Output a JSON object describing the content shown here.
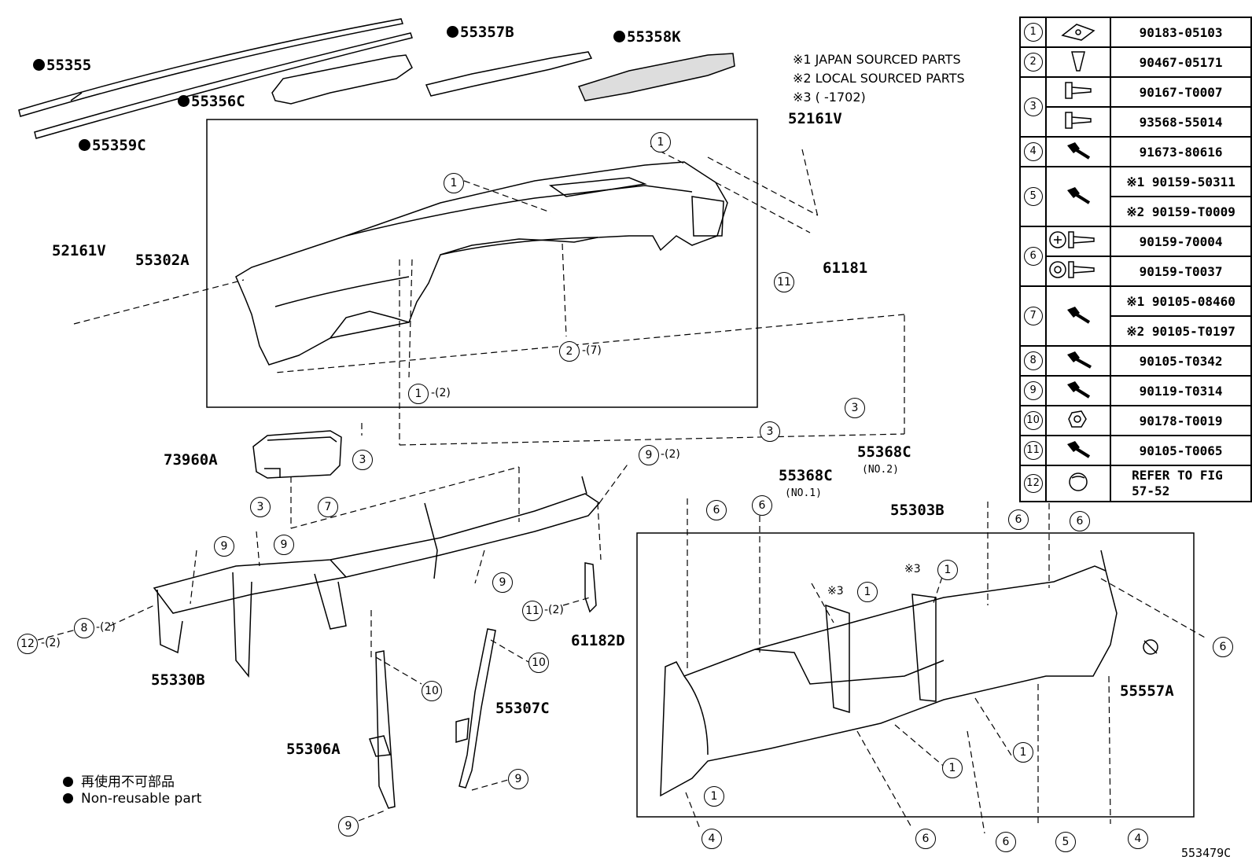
{
  "parts": {
    "p55355": "55355",
    "p55359C": "55359C",
    "p55356C": "55356C",
    "p55357B": "55357B",
    "p55358K": "55358K",
    "p52161V_a": "52161V",
    "p52161V_b": "52161V",
    "p55302A": "55302A",
    "p61181": "61181",
    "p73960A": "73960A",
    "p55368C_1": "55368C",
    "p55368C_2": "55368C",
    "p55303B": "55303B",
    "p61182D": "61182D",
    "p55330B": "55330B",
    "p55307C": "55307C",
    "p55306A": "55306A",
    "p55557A": "55557A"
  },
  "subs": {
    "no1": "(NO.1)",
    "no2": "(NO.2)"
  },
  "notes": {
    "n1": "※1  JAPAN SOURCED PARTS",
    "n2": "※2  LOCAL SOURCED PARTS",
    "n3": "※3 (     -1702)"
  },
  "callouts": {
    "c1a": "1",
    "c1b": "1",
    "c1c": "1",
    "c2": "2",
    "c2q": "-(7)",
    "c1cq": "-(2)",
    "c11a": "11",
    "c3a": "3",
    "c3b": "3",
    "c3c": "3",
    "c3d": "3",
    "c7": "7",
    "c9a": "9",
    "c9aq": "-(2)",
    "c9b": "9",
    "c9c": "9",
    "c9d": "9",
    "c9e": "9",
    "c9f": "9",
    "c11b": "11",
    "c11bq": "-(2)",
    "c8": "8",
    "c8q": "-(2)",
    "c12": "12",
    "c12q": "-(2)",
    "c10a": "10",
    "c10b": "10",
    "c6a": "6",
    "c6b": "6",
    "c6c": "6",
    "c6d": "6",
    "c6e": "6",
    "c6f": "6",
    "c6g": "6",
    "c1d": "1",
    "c1e": "1",
    "c1f": "1",
    "c1g": "1",
    "c1h": "1",
    "c4a": "4",
    "c4b": "4",
    "c5": "5",
    "x3a": "※3",
    "x3b": "※3"
  },
  "table": [
    {
      "idx": "1",
      "icon": "clip-nut-icon",
      "num": "90183-05103"
    },
    {
      "idx": "2",
      "icon": "push-clip-icon",
      "num": "90467-05171"
    },
    {
      "idx": "3",
      "icon": "screw-icon",
      "num": "90167-T0007"
    },
    {
      "idx": "",
      "icon": "screw-icon",
      "num": "93568-55014"
    },
    {
      "idx": "4",
      "icon": "bolt-icon",
      "num": "91673-80616"
    },
    {
      "idx": "5",
      "icon": "bolt-icon",
      "num": "※1 90159-50311"
    },
    {
      "idx": "",
      "icon": "",
      "num": "※2 90159-T0009"
    },
    {
      "idx": "6",
      "icon": "screw-icon",
      "num": "90159-70004"
    },
    {
      "idx": "",
      "icon": "screw-icon",
      "num": "90159-T0037"
    },
    {
      "idx": "7",
      "icon": "bolt-icon",
      "num": "※1 90105-08460"
    },
    {
      "idx": "",
      "icon": "",
      "num": "※2 90105-T0197"
    },
    {
      "idx": "8",
      "icon": "bolt-icon",
      "num": "90105-T0342"
    },
    {
      "idx": "9",
      "icon": "bolt-icon",
      "num": "90119-T0314"
    },
    {
      "idx": "10",
      "icon": "nut-icon",
      "num": "90178-T0019"
    },
    {
      "idx": "11",
      "icon": "bolt-icon",
      "num": "90105-T0065"
    },
    {
      "idx": "12",
      "icon": "cap-icon",
      "num": "REFER TO FIG 57-52"
    }
  ],
  "legend": {
    "jp": "再使用不可部品",
    "en": "Non-reusable part"
  },
  "figure_code": "553479C"
}
